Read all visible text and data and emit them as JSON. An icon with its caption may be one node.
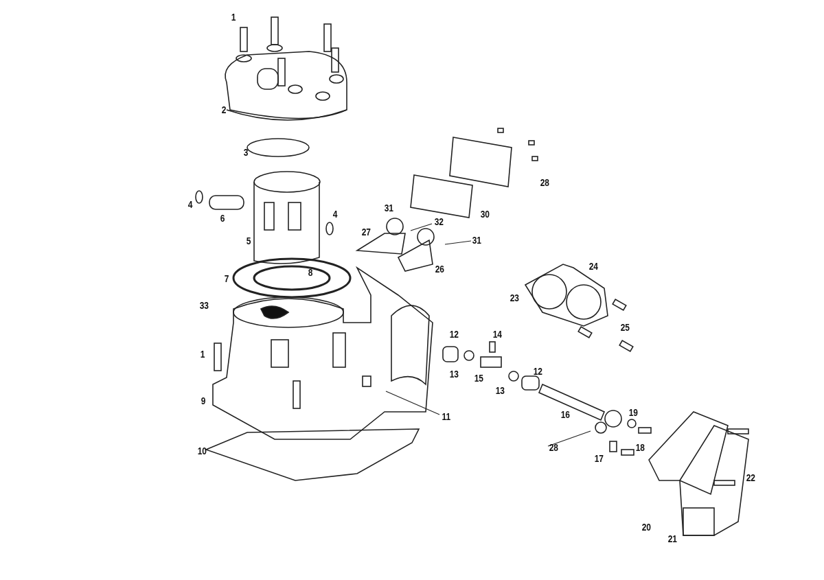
{
  "diagram": {
    "nodes": [
      {
        "text": [
          "32"
        ]
      },
      {
        "text": [
          "31"
        ]
      },
      {
        "text": [
          "11"
        ]
      },
      {
        "text": [
          "28"
        ]
      }
    ],
    "edges": [
      {
        "from": 0,
        "to": null,
        "arrow": "none"
      },
      {
        "from": 1,
        "to": null,
        "arrow": "none"
      },
      {
        "from": 2,
        "to": null,
        "arrow": "none"
      },
      {
        "from": 3,
        "to": null,
        "arrow": "none"
      }
    ],
    "labels": [
      "1",
      "2",
      "3",
      "28",
      "4",
      "6",
      "4",
      "31",
      "30",
      "27",
      "5",
      "26",
      "7",
      "8",
      "24",
      "23",
      "33",
      "25",
      "12",
      "14",
      "1",
      "13",
      "15",
      "12",
      "13",
      "9",
      "16",
      "19",
      "18",
      "17",
      "22",
      "10",
      "20",
      "21"
    ]
  }
}
